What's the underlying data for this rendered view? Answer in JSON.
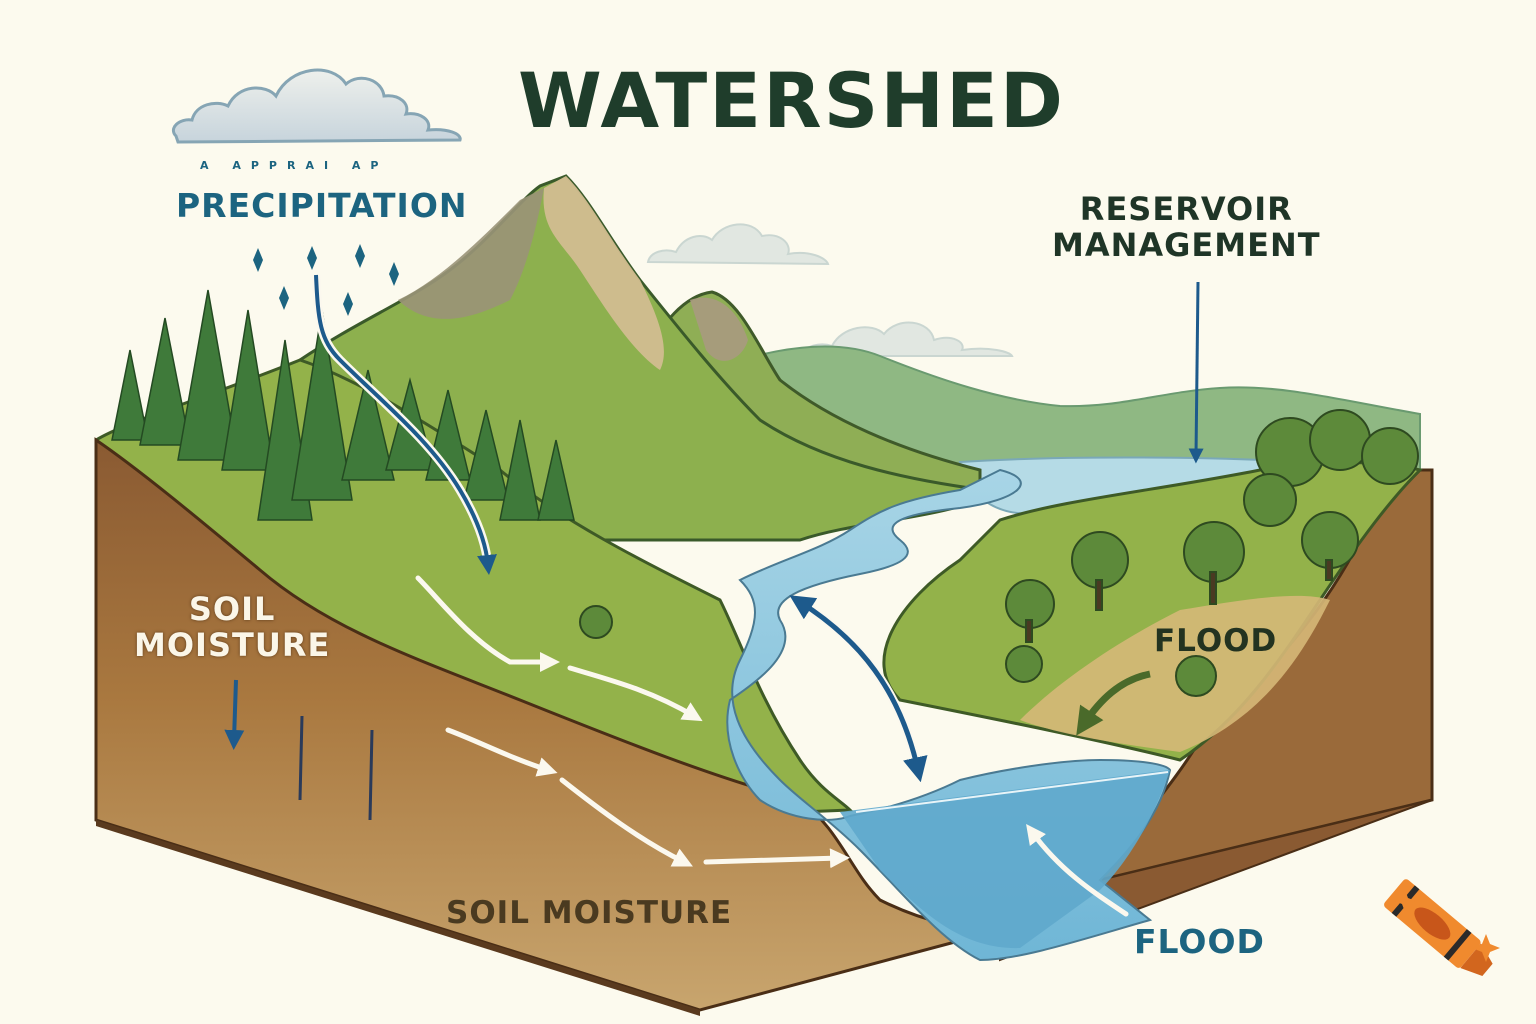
{
  "diagram": {
    "title": "WATERSHED",
    "drizzle_marks": "A APPRAI AP",
    "labels": {
      "precipitation": "PRECIPITATION",
      "reservoir_line1": "RESERVOIR",
      "reservoir_line2": "MANAGEMENT",
      "soil_moisture_upper_line1": "SOIL",
      "soil_moisture_upper_line2": "MOISTURE",
      "flood_floodplain": "FLOOD",
      "soil_moisture_lower": "SOIL MOISTURE",
      "flood_channel": "FLOOD"
    },
    "elements": [
      "rain-cloud",
      "background-clouds",
      "mountain-peaks",
      "conifer-forest",
      "winding-river",
      "reservoir-lake",
      "deciduous-trees",
      "floodplain",
      "soil-cross-section",
      "runoff-arrows",
      "groundwater-flow-arrows",
      "infiltration-arrow",
      "river-exchange-arrow",
      "flood-arrow",
      "crayon-logo"
    ],
    "colors": {
      "background": "#fcfaee",
      "title": "#1f3d2b",
      "precipitation_text": "#1c6480",
      "arrow_blue": "#1d5a8c",
      "water": "#7fc0dc",
      "grass": "#8aab45",
      "forest": "#3f7a3a",
      "soil_dark": "#7a4e2c",
      "soil_light": "#c4a06a",
      "crayon": "#e8762a"
    }
  }
}
